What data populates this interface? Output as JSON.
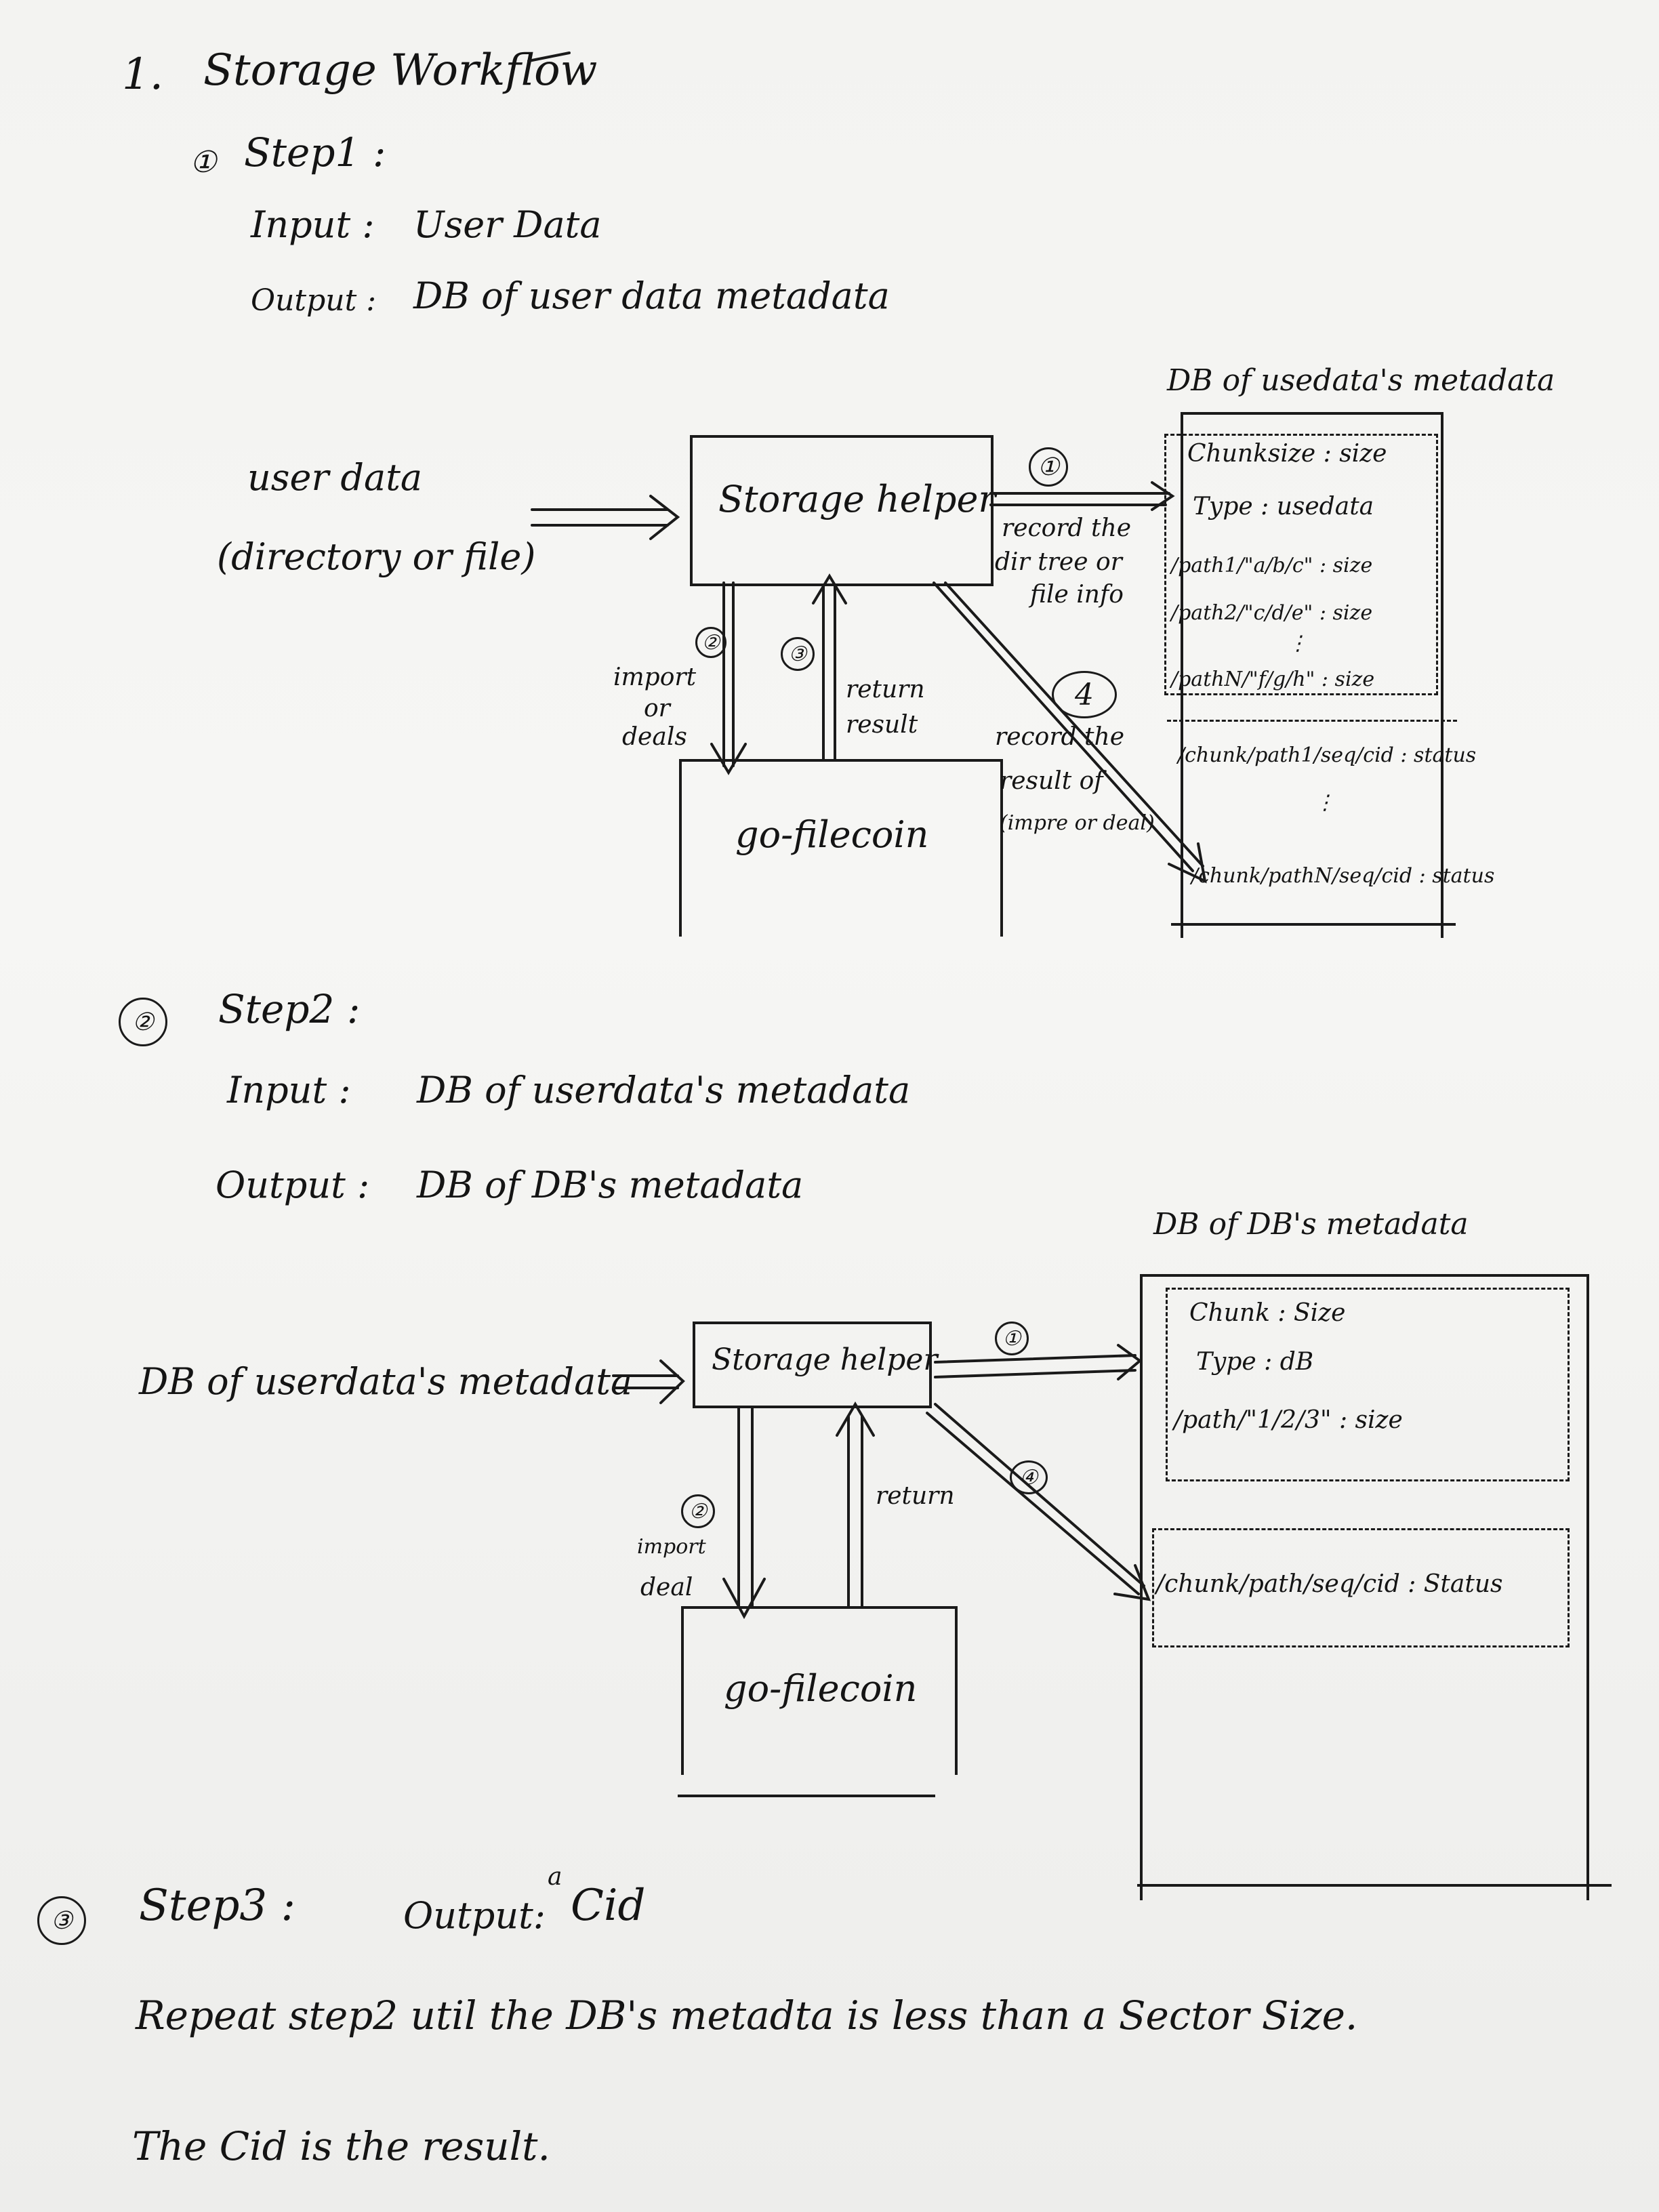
{
  "header": {
    "title_num": "1.",
    "title": "Storage Workflow"
  },
  "step1": {
    "marker": "①",
    "title": "Step1 :",
    "input_label": "Input :",
    "input_value": "User Data",
    "output_label": "Output :",
    "output_value": "DB of user data metadata",
    "source_line1": "user data",
    "source_line2": "(directory or file)",
    "helper": "Storage helper",
    "filecoin": "go-filecoin",
    "db_title": "DB of usedata's metadata",
    "arrow1_num": "①",
    "arrow1_label_1": "record the",
    "arrow1_label_2": "dir tree or",
    "arrow1_label_3": "file info",
    "arrow2_num": "②",
    "arrow2_label_1": "import",
    "arrow2_label_2": "or",
    "arrow2_label_3": "deals",
    "arrow3_num": "③",
    "arrow3_label_1": "return",
    "arrow3_label_2": "result",
    "arrow4_num": "4",
    "arrow4_label_1": "record the",
    "arrow4_label_2": "result of",
    "arrow4_label_3": "(impre or deal)",
    "db_rows": [
      "Chunksize : size",
      "Type : usedata",
      "/path1/\"a/b/c\" : size",
      "/path2/\"c/d/e\" : size",
      "⋮",
      "/pathN/\"f/g/h\" : size"
    ],
    "db_status_rows": [
      "/chunk/path1/seq/cid : status",
      "⋮",
      "/chunk/pathN/seq/cid : status"
    ]
  },
  "step2": {
    "marker": "②",
    "title": "Step2 :",
    "input_label": "Input :",
    "input_value": "DB of userdata's metadata",
    "output_label": "Output :",
    "output_value": "DB of DB's metadata",
    "source": "DB of userdata's metadata",
    "helper": "Storage helper",
    "filecoin": "go-filecoin",
    "db_title": "DB of DB's metadata",
    "arrow1_num": "①",
    "arrow2_num": "②",
    "arrow2_label_1": "import",
    "arrow2_label_2": "deal",
    "arrow3_label": "return",
    "arrow4_num": "④",
    "db_rows": [
      "Chunk : Size",
      "Type : dB",
      "/path/\"1/2/3\" : size"
    ],
    "db_status_row": "/chunk/path/seq/cid : Status"
  },
  "step3": {
    "marker": "③",
    "title": "Step3 :",
    "output_label": "Output:",
    "output_a": "a",
    "output_value": "Cid",
    "line1": "Repeat step2 util the DB's metadta is less than a Sector Size.",
    "line2": "The Cid is the result."
  }
}
